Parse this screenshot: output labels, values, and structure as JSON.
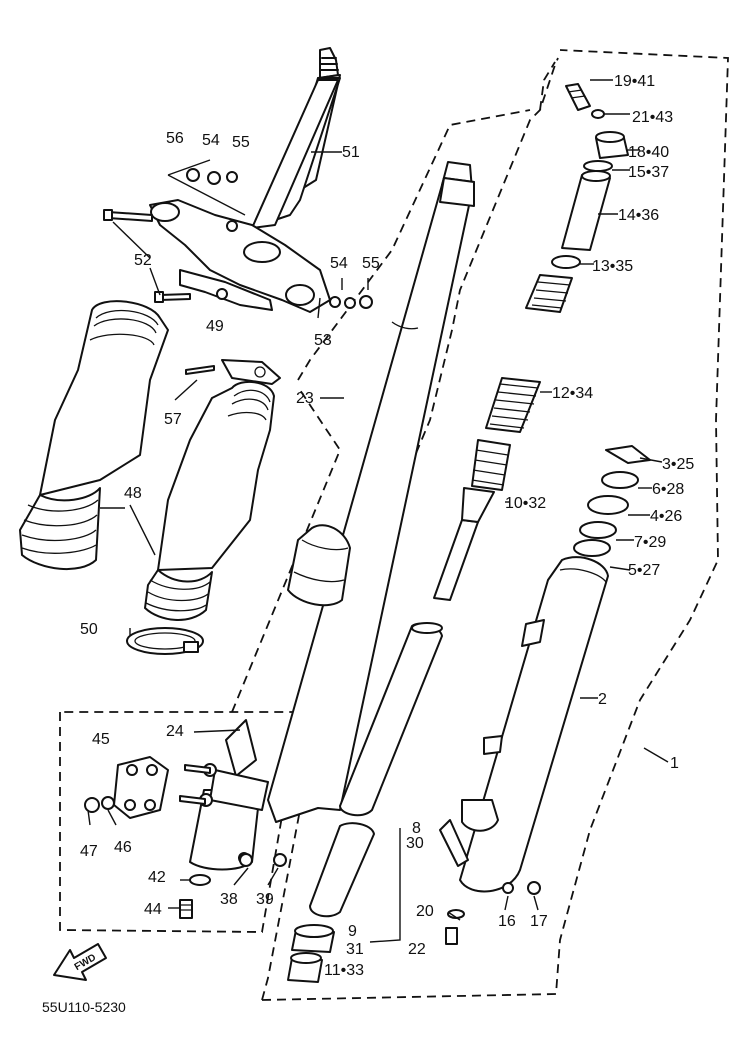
{
  "diagram": {
    "labels": [
      {
        "text": "19•41"
      },
      {
        "text": "21•43"
      },
      {
        "text": "18•40"
      },
      {
        "text": "15•37"
      },
      {
        "text": "14•36"
      },
      {
        "text": "13•35"
      },
      {
        "text": "12•34"
      },
      {
        "text": "10•32"
      },
      {
        "text": "3•25"
      },
      {
        "text": "6•28"
      },
      {
        "text": "4•26"
      },
      {
        "text": "7•29"
      },
      {
        "text": "5•27"
      },
      {
        "text": "2"
      },
      {
        "text": "1"
      },
      {
        "text": "51"
      },
      {
        "text": "56"
      },
      {
        "text": "54"
      },
      {
        "text": "55"
      },
      {
        "text": "52"
      },
      {
        "text": "54"
      },
      {
        "text": "55"
      },
      {
        "text": "53"
      },
      {
        "text": "49"
      },
      {
        "text": "57"
      },
      {
        "text": "23"
      },
      {
        "text": "48"
      },
      {
        "text": "50"
      },
      {
        "text": "24"
      },
      {
        "text": "45"
      },
      {
        "text": "47"
      },
      {
        "text": "46"
      },
      {
        "text": "42"
      },
      {
        "text": "38"
      },
      {
        "text": "39"
      },
      {
        "text": "44"
      },
      {
        "text": "8"
      },
      {
        "text": "30"
      },
      {
        "text": "9"
      },
      {
        "text": "31"
      },
      {
        "text": "11•33"
      },
      {
        "text": "20"
      },
      {
        "text": "22"
      },
      {
        "text": "16"
      },
      {
        "text": "17"
      }
    ],
    "fwd_text": "FWD",
    "drawing_code": "55U110-5230"
  }
}
